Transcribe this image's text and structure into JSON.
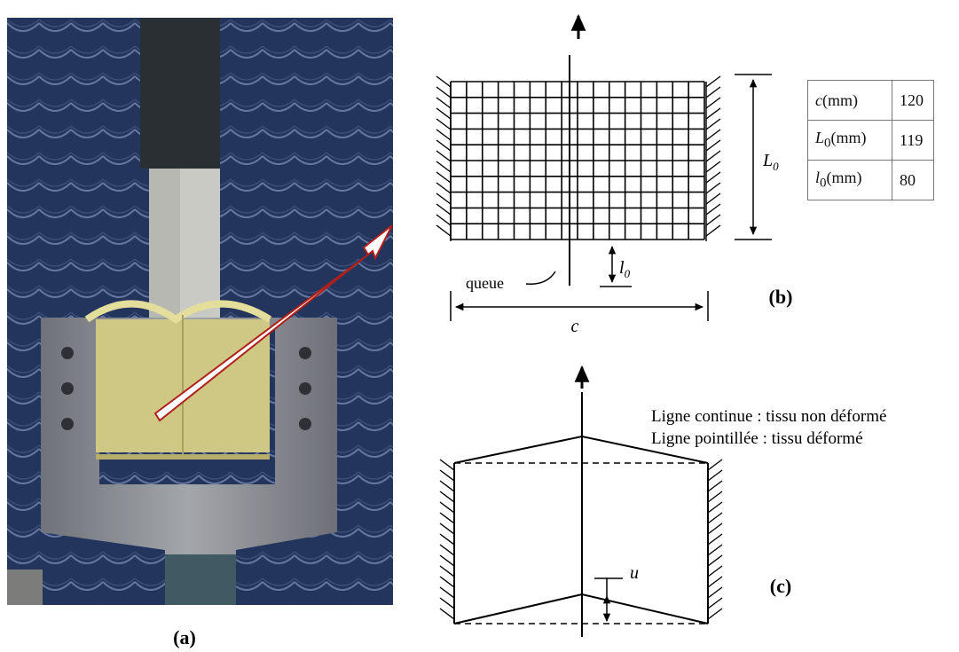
{
  "panels": {
    "a": "(a)",
    "b": "(b)",
    "c": "(c)"
  },
  "diagram_b": {
    "dim_L0": "L0",
    "dim_l0": "l0",
    "dim_c": "c",
    "tail_label": "queue"
  },
  "table": {
    "rows": [
      {
        "var": "c",
        "sub": "",
        "unit": "(mm)",
        "value": "120"
      },
      {
        "var": "L",
        "sub": "0",
        "unit": "(mm)",
        "value": "119"
      },
      {
        "var": "l",
        "sub": "0",
        "unit": "(mm)",
        "value": "80"
      }
    ]
  },
  "diagram_c": {
    "legend_solid": "Ligne continue : tissu non déformé",
    "legend_dashed": "Ligne pointillée : tissu déformé",
    "dim_u": "u"
  },
  "colors": {
    "curtain": "#24365e",
    "fabric": "#cfc884",
    "frame": "#8a8d93",
    "arrow_border": "#b0201a"
  }
}
